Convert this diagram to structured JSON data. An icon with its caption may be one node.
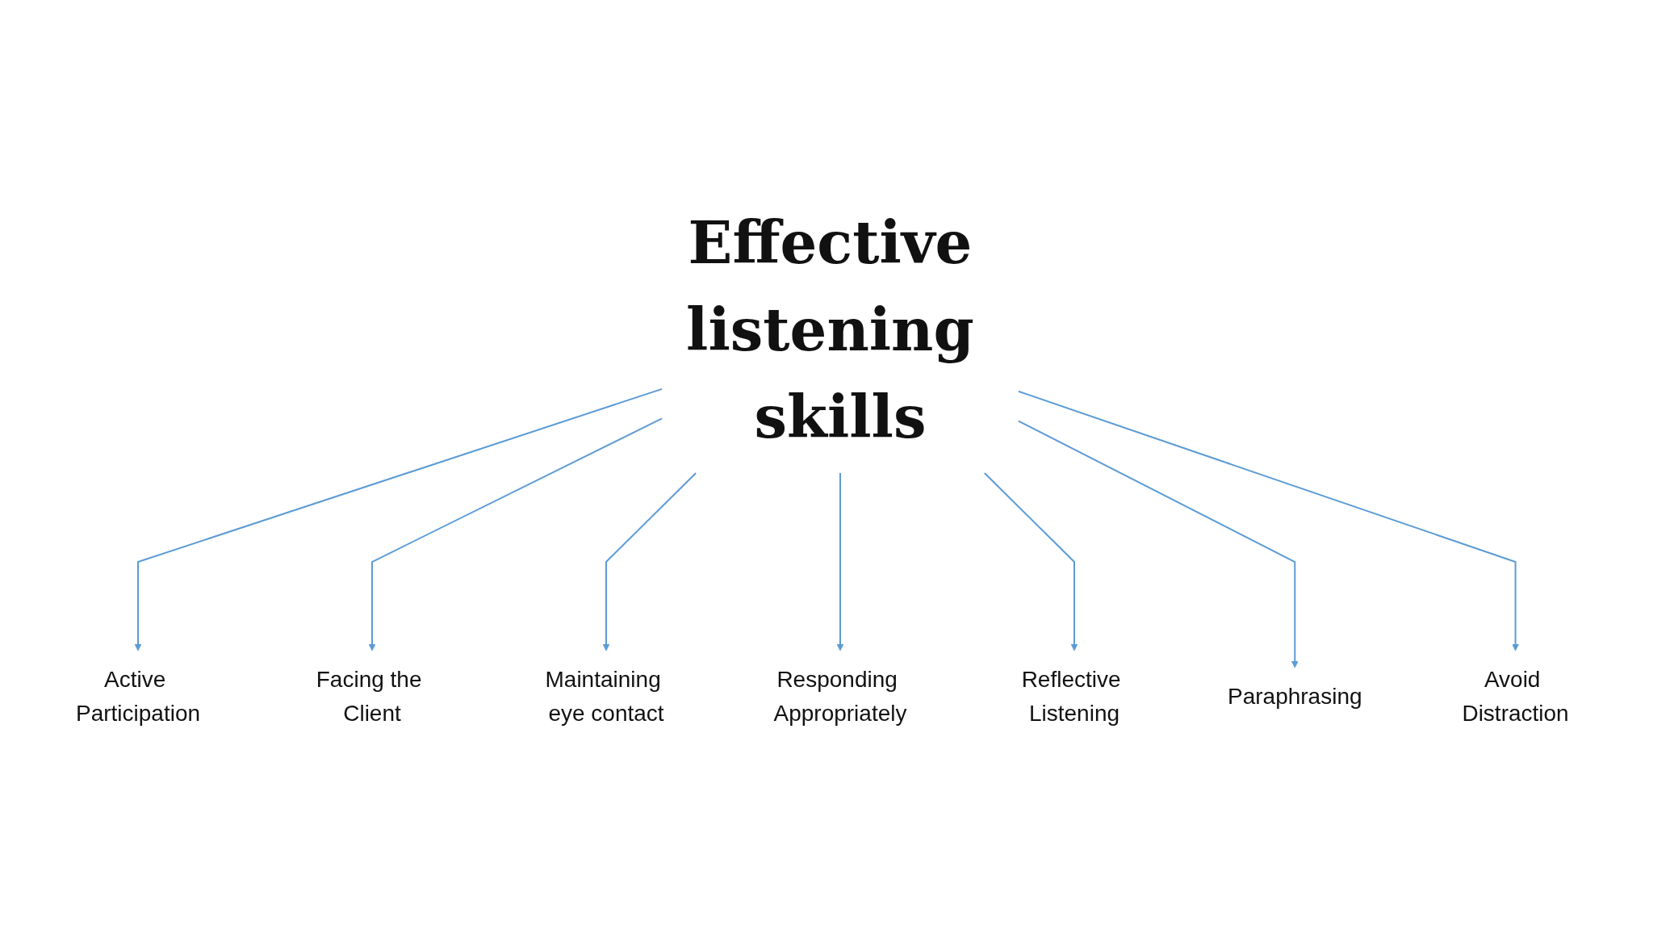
{
  "diagram": {
    "nodes": [
      {
        "text": [
          "Effective listening skills"
        ]
      },
      {
        "text": [
          "Active Participation"
        ]
      },
      {
        "text": [
          "Facing the Client"
        ]
      },
      {
        "text": [
          "Maintaining eye contact"
        ]
      },
      {
        "text": [
          "Responding Appropriately"
        ]
      },
      {
        "text": [
          "Reflective Listening"
        ]
      },
      {
        "text": [
          "Paraphrasing"
        ]
      },
      {
        "text": [
          "Avoid Distraction"
        ]
      }
    ],
    "edges": [
      {
        "from": 0,
        "to": 1,
        "arrow": "to"
      },
      {
        "from": 0,
        "to": 2,
        "arrow": "to"
      },
      {
        "from": 0,
        "to": 3,
        "arrow": "to"
      },
      {
        "from": 0,
        "to": 4,
        "arrow": "to"
      },
      {
        "from": 0,
        "to": 5,
        "arrow": "to"
      },
      {
        "from": 0,
        "to": 6,
        "arrow": "to"
      },
      {
        "from": 0,
        "to": 7,
        "arrow": "to"
      }
    ]
  }
}
